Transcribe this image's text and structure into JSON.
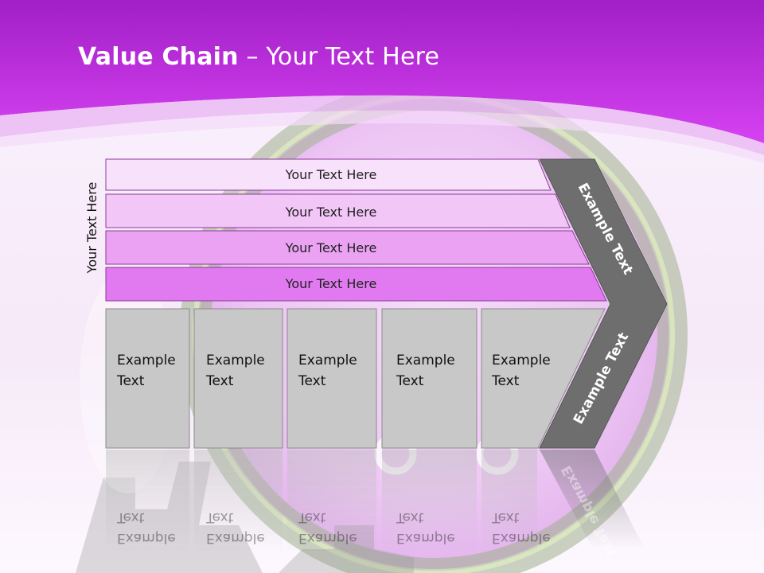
{
  "slide": {
    "title_bold": "Value Chain",
    "title_rest": " – Your Text Here",
    "side_label": "Your Text Here",
    "colors": {
      "header": "#c93be6",
      "band_1": "#f8e2fb",
      "band_2": "#f2c6f7",
      "band_3": "#eba2f3",
      "band_4": "#e17af0",
      "box": "#c8c8c8",
      "chevron": "#6e6e6e"
    }
  },
  "support_bands": [
    {
      "label": "Your Text Here"
    },
    {
      "label": "Your Text Here"
    },
    {
      "label": "Your Text Here"
    },
    {
      "label": "Your Text Here"
    }
  ],
  "primary_boxes": [
    {
      "line1": "Example",
      "line2": "Text"
    },
    {
      "line1": "Example",
      "line2": "Text"
    },
    {
      "line1": "Example",
      "line2": "Text"
    },
    {
      "line1": "Example",
      "line2": "Text"
    },
    {
      "line1": "Example",
      "line2": "Text"
    }
  ],
  "chevron": {
    "top_label": "Example Text",
    "bottom_label": "Example Text"
  }
}
